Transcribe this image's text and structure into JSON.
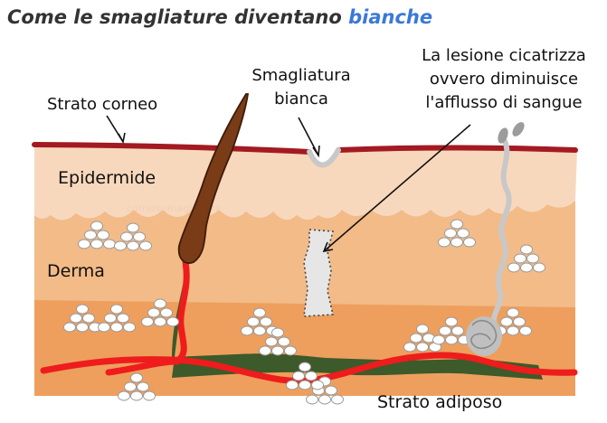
{
  "title": {
    "main": "Come le smagliature diventano",
    "accent": "bianche"
  },
  "labels": {
    "stratum_corneum": "Strato corneo",
    "epidermis": "Epidermide",
    "dermis": "Derma",
    "adipose": "Strato adiposo",
    "white_stretch_mark": [
      "Smagliatura",
      "bianca"
    ],
    "lesion_note": [
      "La lesione cicatrizza",
      "ovvero diminuisce",
      "l'afflusso di sangue"
    ]
  },
  "colors": {
    "accent": "#3a78d8",
    "stratum_corneum": "#a31a22",
    "epidermis": "#f8d8bd",
    "dermis": "#f2bb88",
    "adipose": "#ee9f5d",
    "blood_vessel": "#ee1c1c",
    "hair": "#7a3b17",
    "scar": "#c8c8c8"
  }
}
